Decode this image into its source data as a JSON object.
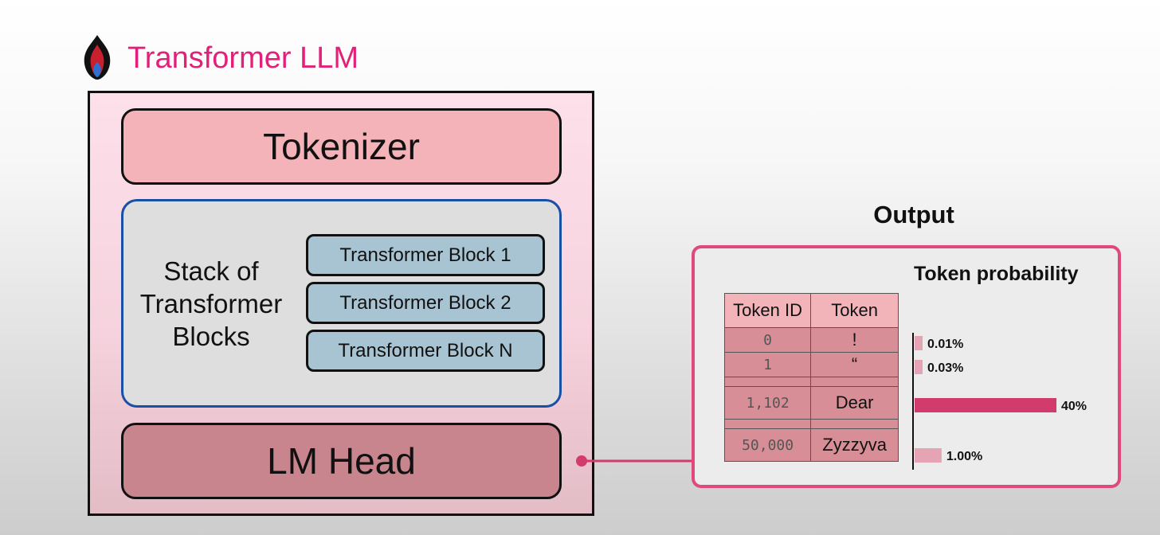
{
  "header": {
    "title": "Transformer LLM",
    "logo_icon": "flame-logo-icon"
  },
  "llm": {
    "tokenizer_label": "Tokenizer",
    "stack_label": "Stack of Transformer Blocks",
    "blocks": [
      "Transformer Block 1",
      "Transformer Block 2",
      "Transformer Block N"
    ],
    "lm_head_label": "LM Head"
  },
  "output": {
    "label": "Output",
    "table": {
      "headers": [
        "Token ID",
        "Token"
      ],
      "rows": [
        {
          "id": "0",
          "token": "!"
        },
        {
          "id": "1",
          "token": "“"
        },
        {
          "id": "1,102",
          "token": "Dear"
        },
        {
          "id": "50,000",
          "token": "Zyzzyva"
        }
      ]
    }
  },
  "colors": {
    "title": "#e2207a",
    "output_border": "#e0497a",
    "bar": "#d23c6c",
    "bar_light": "#e4a4b4",
    "stack_border": "#1a4fa8"
  },
  "chart_data": {
    "type": "bar",
    "orientation": "horizontal",
    "title": "Token probability",
    "categories": [
      "!",
      "“",
      "Dear",
      "Zyzzyva"
    ],
    "values": [
      0.01,
      0.03,
      40,
      1.0
    ],
    "labels": [
      "0.01%",
      "0.03%",
      "40%",
      "1.00%"
    ],
    "unit": "%",
    "xlim": [
      0,
      40
    ],
    "grid": false
  }
}
